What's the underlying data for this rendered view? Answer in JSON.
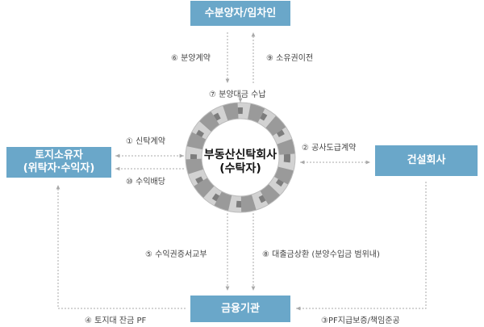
{
  "nodes": {
    "buyer": "수분양자/임차인",
    "owner_line1": "토지소유자",
    "owner_line2": "(위탁자·수익자)",
    "construction": "건설회사",
    "bank": "금융기관",
    "trust_line1": "부동산신탁회사",
    "trust_line2": "(수탁자)"
  },
  "flows": {
    "f1": "① 신탁계약",
    "f2": "② 공사도급계약",
    "f3": "③PF지급보증/책임준공",
    "f4": "④ 토지대 잔금 PF",
    "f5": "⑤ 수익권증서교부",
    "f6": "⑥ 분양계약",
    "f7": "⑦ 분양대금 수납",
    "f8": "⑧ 대출금상환 (분양수입금 범위내)",
    "f9": "⑨ 소유권이전",
    "f10": "⑩ 수익배당"
  },
  "colors": {
    "box": "#6aa7c9",
    "ring_dark": "#8c8c8c",
    "ring_light": "#d2d2d2",
    "arrow": "#a9a9a9"
  }
}
